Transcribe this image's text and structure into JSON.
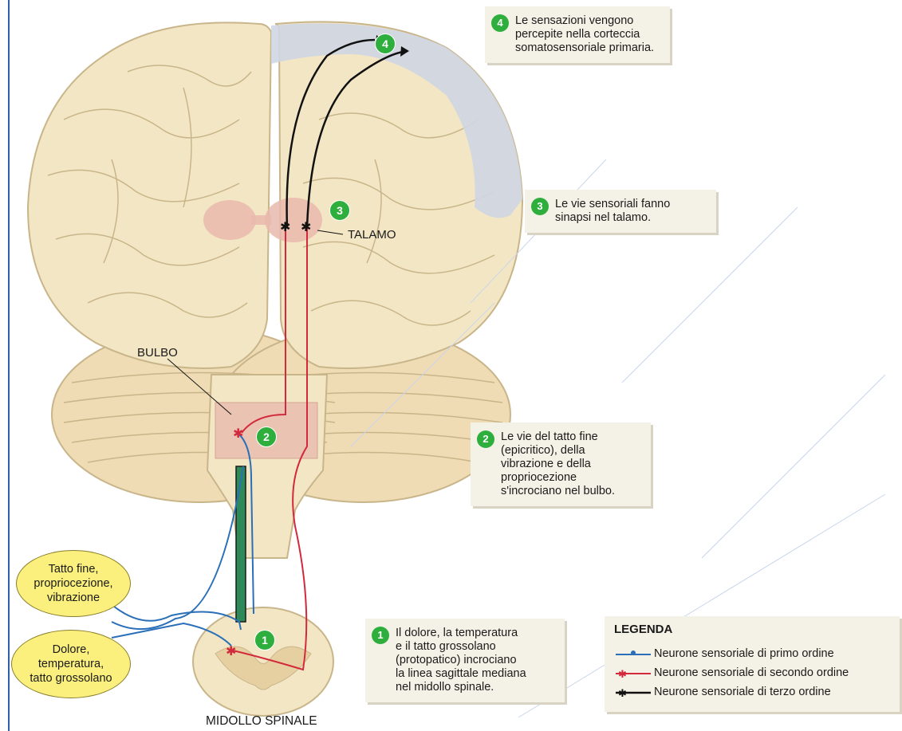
{
  "labels": {
    "talamo": "TALAMO",
    "bulbo": "BULBO",
    "midollo": "MIDOLLO SPINALE"
  },
  "steps": [
    {
      "number": "4",
      "lines": [
        "Le sensazioni vengono",
        "percepite nella corteccia",
        "somatosensoriale primaria."
      ]
    },
    {
      "number": "3",
      "lines": [
        "Le vie sensoriali fanno",
        "sinapsi nel talamo."
      ]
    },
    {
      "number": "2",
      "lines": [
        "Le vie del tatto fine",
        "(epicritico), della",
        "vibrazione e della",
        "propriocezione",
        "s'incrociano nel bulbo."
      ]
    },
    {
      "number": "1",
      "lines": [
        "Il dolore, la temperatura",
        "e il tatto grossolano",
        "(protopatico) incrociano",
        "la linea sagittale mediana",
        "nel midollo spinale."
      ]
    }
  ],
  "bubbles": [
    {
      "lines": [
        "Tatto fine,",
        "propriocezione,",
        "vibrazione"
      ]
    },
    {
      "lines": [
        "Dolore,",
        "temperatura,",
        "tatto grossolano"
      ]
    }
  ],
  "legend": {
    "title": "LEGENDA",
    "items": [
      {
        "text": "Neurone sensoriale di primo ordine",
        "color": "#2a6fb8"
      },
      {
        "text": "Neurone sensoriale di secondo ordine",
        "color": "#d22a3c"
      },
      {
        "text": "Neurone sensoriale di terzo ordine",
        "color": "#111111"
      }
    ]
  },
  "colors": {
    "brain": "#f3e6c4",
    "brain_outline": "#c9b58a",
    "cortex_highlight": "#cfd6e3",
    "thalamus": "#e9b8ad",
    "badge": "#2eae3c",
    "bubble": "#fbf07e",
    "tract": "#2f8a5a"
  }
}
